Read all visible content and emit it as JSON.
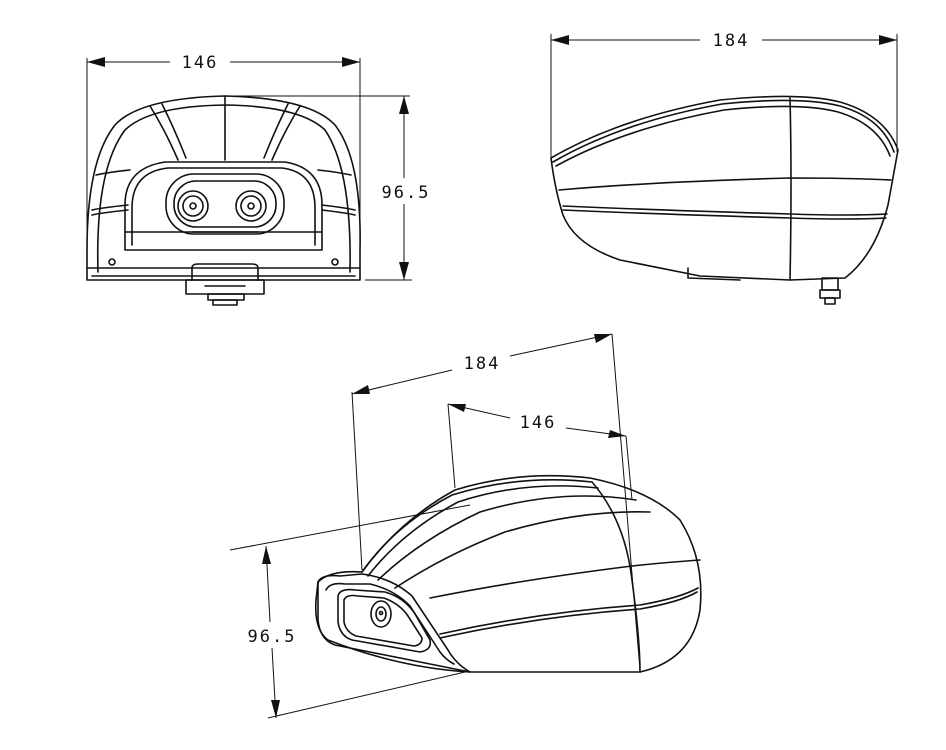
{
  "dimensions": {
    "front_width": "146",
    "front_height": "96.5",
    "side_length": "184",
    "iso_length": "184",
    "iso_width": "146",
    "iso_height": "96.5"
  }
}
